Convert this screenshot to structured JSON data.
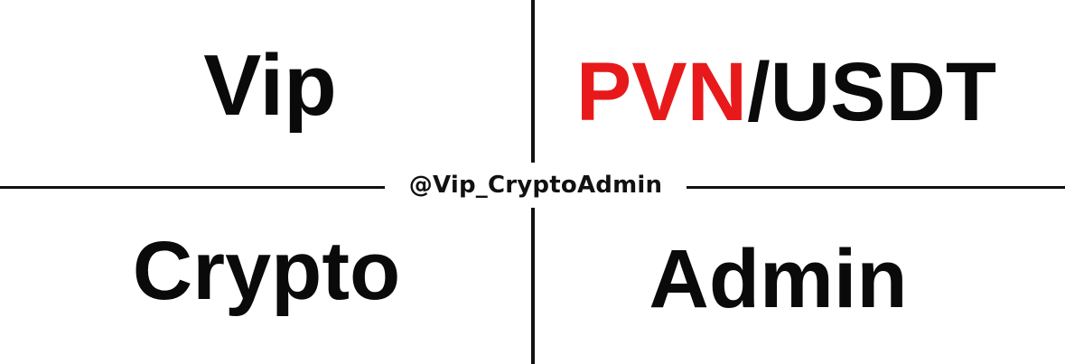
{
  "quadrants": {
    "top_left": {
      "text": "Vip"
    },
    "top_right": {
      "base": "PVN",
      "separator": "/",
      "quote": "USDT"
    },
    "bottom_left": {
      "text": "Crypto"
    },
    "bottom_right": {
      "text": "Admin"
    }
  },
  "center": {
    "handle": "@Vip_CryptoAdmin"
  },
  "colors": {
    "background": "#ffffff",
    "text": "#0a0a0a",
    "accent_red": "#e8191a",
    "divider": "#111111"
  }
}
